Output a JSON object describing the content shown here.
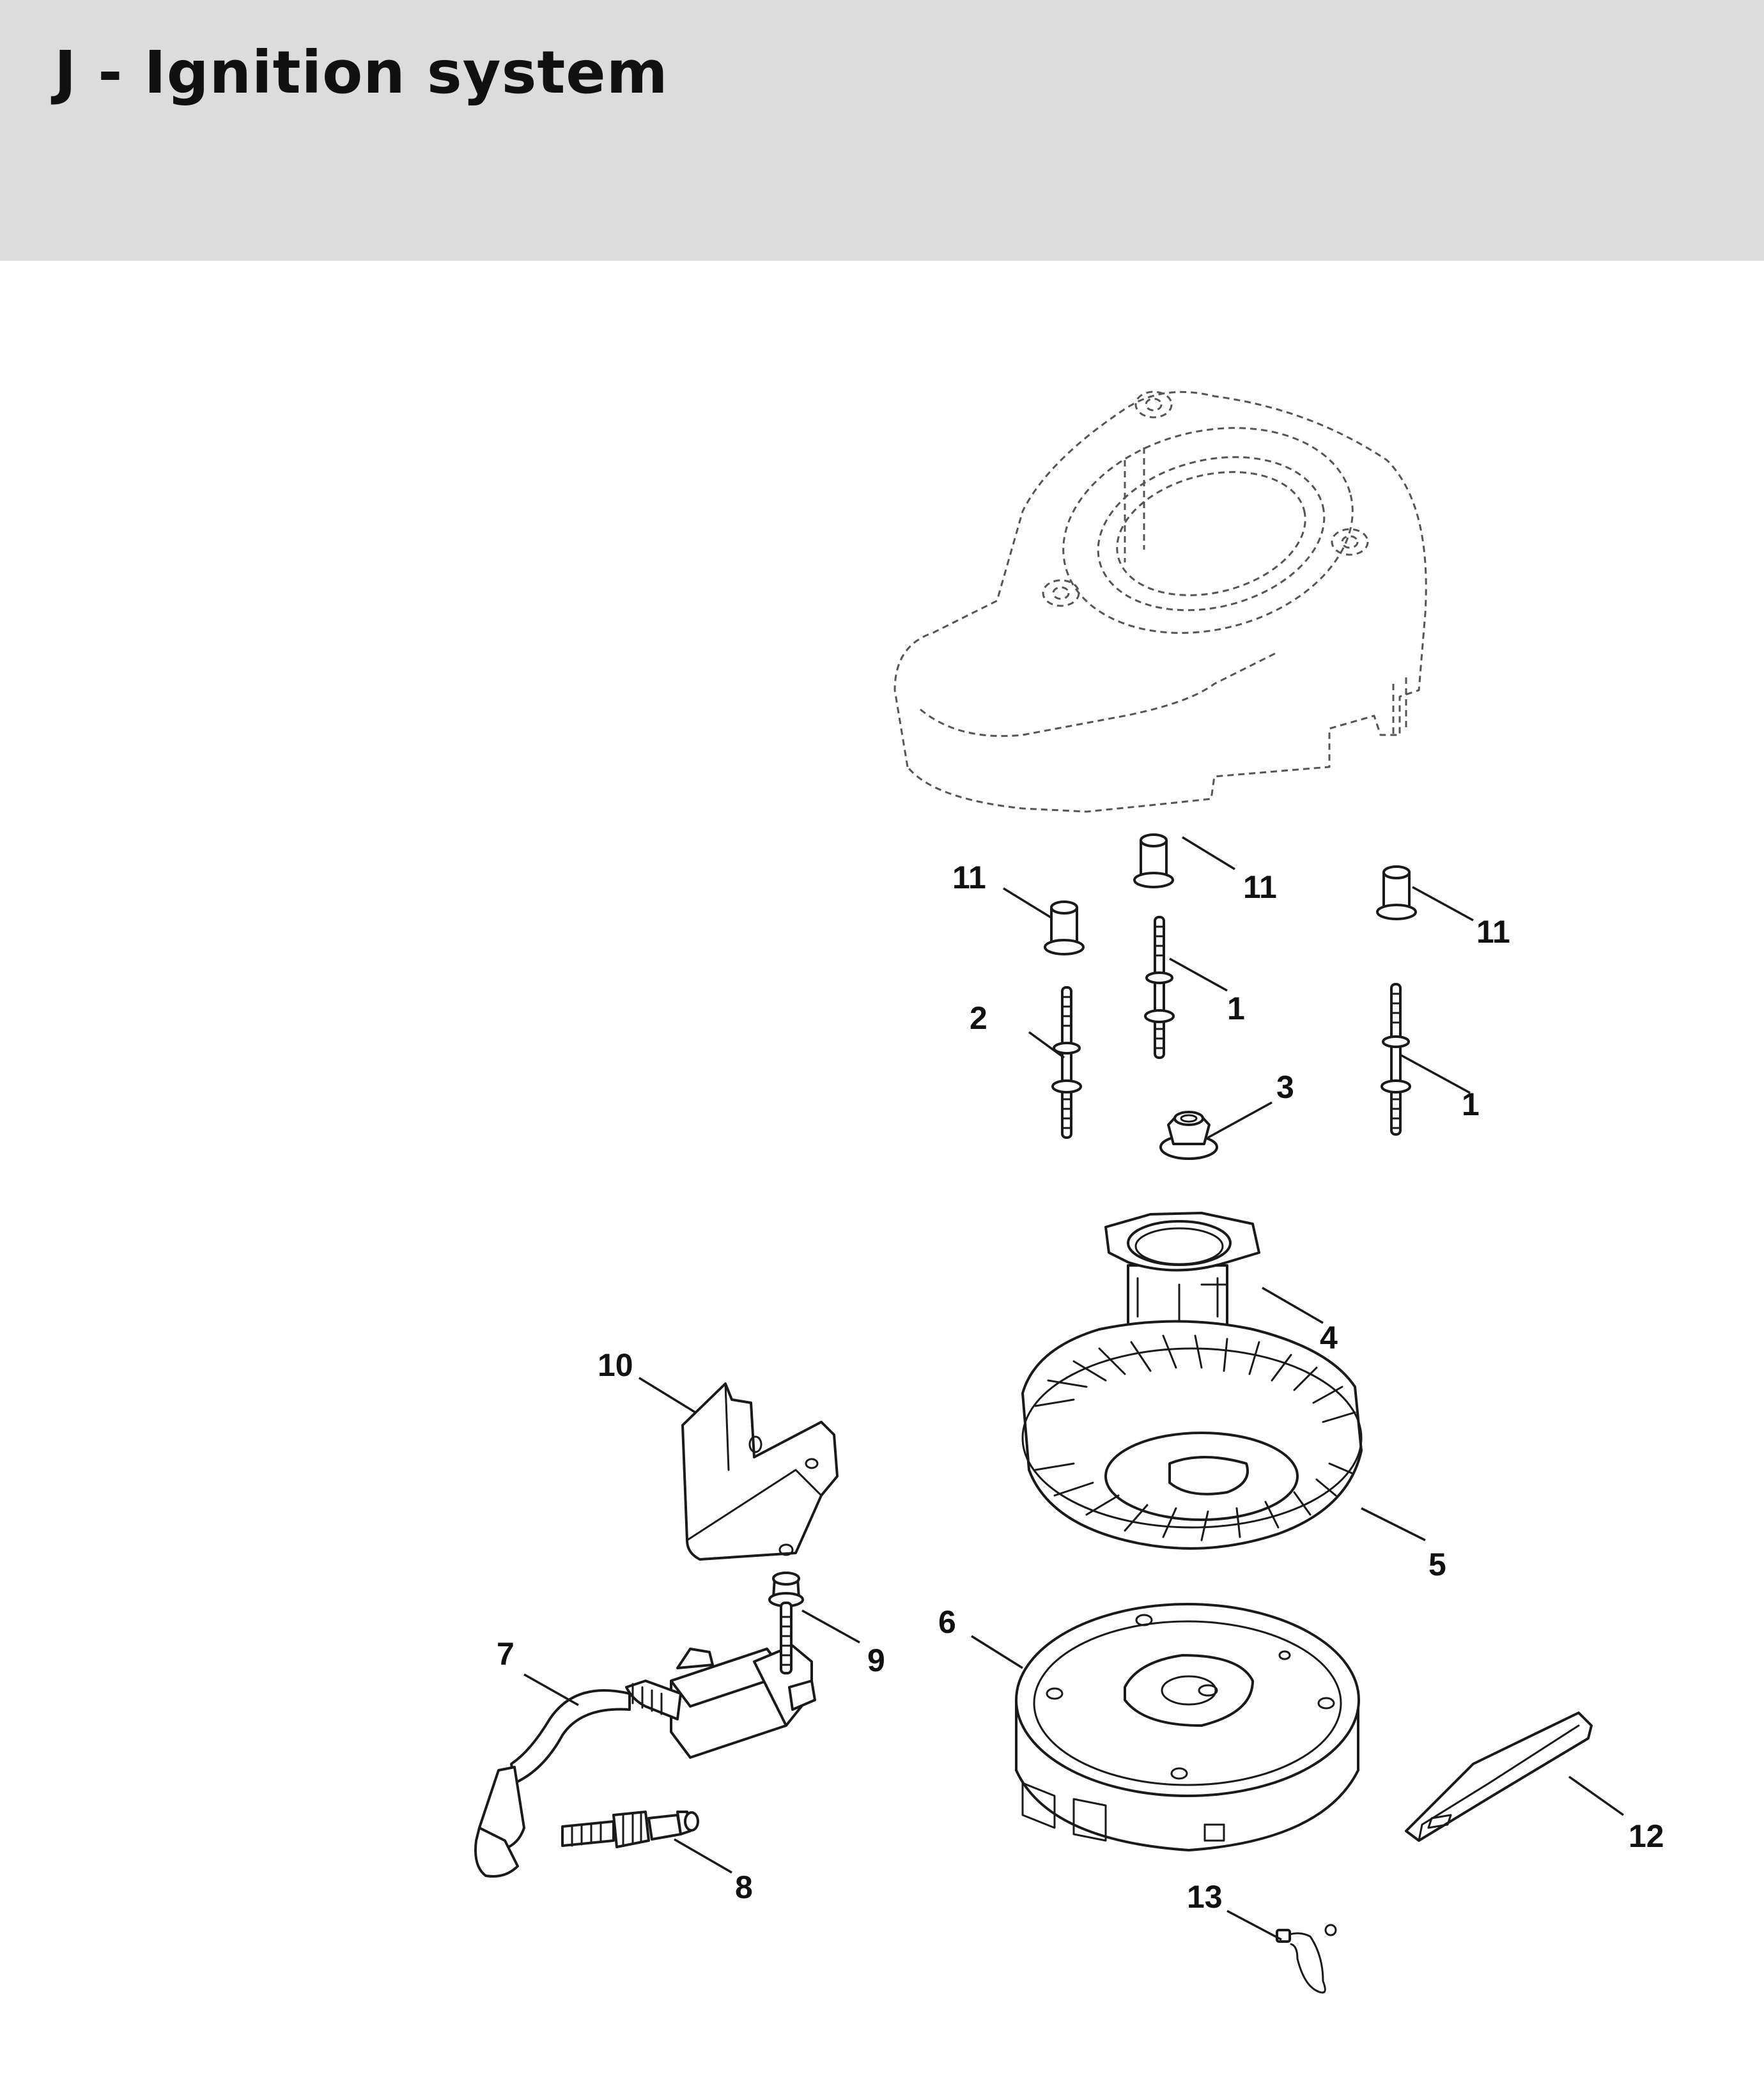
{
  "page": {
    "title": "J - Ignition system"
  },
  "colors": {
    "header_background": "#dcdcdc",
    "line_art": "#1a1a1a",
    "reference_outline": "#555555"
  },
  "callouts": {
    "c1a": "1",
    "c1b": "1",
    "c2": "2",
    "c3": "3",
    "c4": "4",
    "c5": "5",
    "c6": "6",
    "c7": "7",
    "c8": "8",
    "c9": "9",
    "c10": "10",
    "c11a": "11",
    "c11b": "11",
    "c11c": "11",
    "c12": "12",
    "c13": "13"
  }
}
